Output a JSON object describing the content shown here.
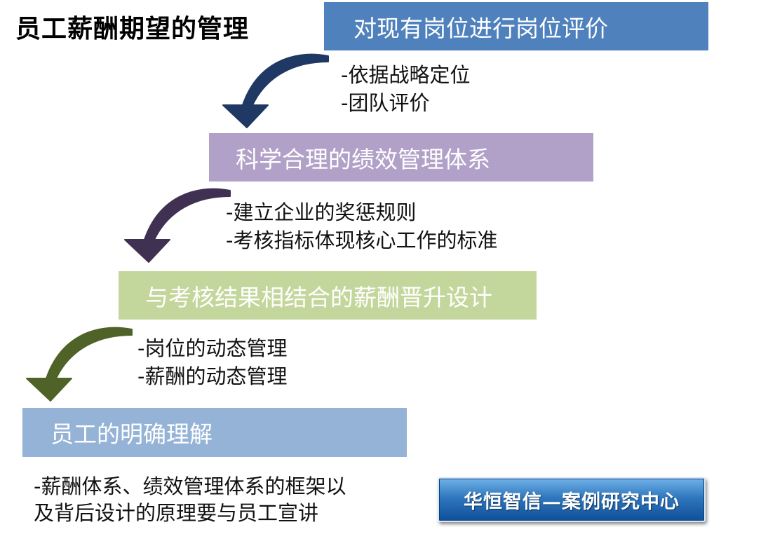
{
  "title": "员工薪酬期望的管理",
  "steps": [
    {
      "label": "对现有岗位进行岗位评价",
      "color": "#4f81bd",
      "notes": [
        "-依据战略定位",
        "-团队评价"
      ]
    },
    {
      "label": "科学合理的绩效管理体系",
      "color": "#b1a0c7",
      "notes": [
        "-建立企业的奖惩规则",
        "-考核指标体现核心工作的标准"
      ]
    },
    {
      "label": "与考核结果相结合的薪酬晋升设计",
      "color": "#c3d69b",
      "notes": [
        "-岗位的动态管理",
        "-薪酬的动态管理"
      ]
    },
    {
      "label": "员工的明确理解",
      "color": "#95b3d7",
      "notes": [
        "-薪酬体系、绩效管理体系的框架以",
        "及背后设计的原理要与员工宣讲"
      ]
    }
  ],
  "arrows": [
    {
      "icon": "curved-arrow-icon",
      "color": "#1f3864"
    },
    {
      "icon": "curved-arrow-icon",
      "color": "#403152"
    },
    {
      "icon": "curved-arrow-icon",
      "color": "#4f6228"
    }
  ],
  "badge": {
    "text": "华恒智信—案例研究中心",
    "color": "#2f77be"
  }
}
